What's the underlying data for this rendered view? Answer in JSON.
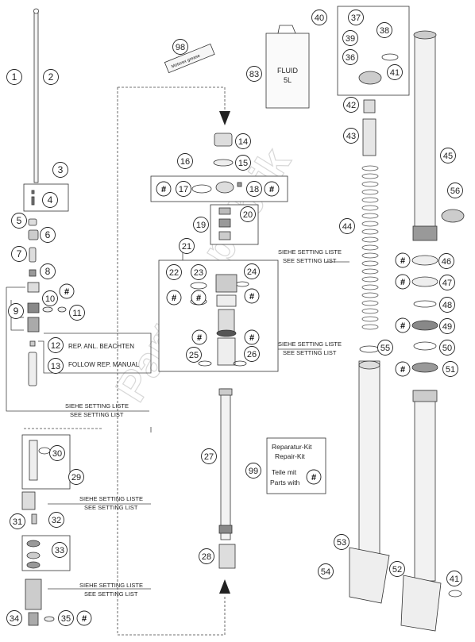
{
  "watermark": "PartsRepublik",
  "callouts": [
    "1",
    "2",
    "3",
    "4",
    "5",
    "6",
    "7",
    "8",
    "9",
    "10",
    "11",
    "12",
    "13",
    "14",
    "15",
    "16",
    "17",
    "18",
    "19",
    "20",
    "21",
    "22",
    "23",
    "24",
    "25",
    "26",
    "27",
    "28",
    "29",
    "30",
    "31",
    "32",
    "33",
    "34",
    "35",
    "36",
    "37",
    "38",
    "39",
    "40",
    "41",
    "41",
    "42",
    "43",
    "44",
    "45",
    "46",
    "47",
    "48",
    "49",
    "50",
    "51",
    "52",
    "53",
    "54",
    "55",
    "56",
    "83",
    "98",
    "99"
  ],
  "hash_symbol": "#",
  "notes": {
    "rep_anl_beachten": "REP. ANL. BEACHTEN",
    "follow_rep_manual": "FOLLOW REP. MANUAL",
    "siehe_setting_liste": "SIEHE SETTING LISTE",
    "see_setting_list": "SEE SETTING LIST"
  },
  "fluid_can": {
    "line1": "FLUID",
    "line2": "5L"
  },
  "grease_tube": "Motorex grease",
  "repair_kit": {
    "line1": "Reparatur-Kit",
    "line2": "Repair-Kit",
    "line3": "Teile mit",
    "line4": "Parts with"
  }
}
